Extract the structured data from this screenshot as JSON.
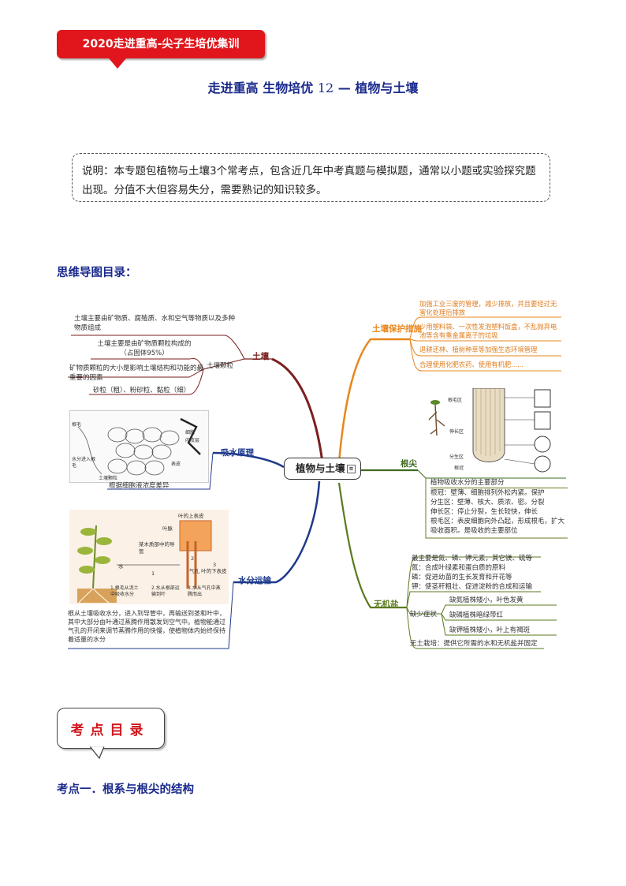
{
  "banner": "2020走进重高-尖子生培优集训",
  "title": {
    "prefix": "走进重高  生物培优",
    "number": "12",
    "suffix": "—  植物与土壤"
  },
  "note": "说明：本专题包植物与土壤3个常考点，包含近几年中考真题与模拟题，通常以小题或实验探究题出现。分值不大但容易失分，需要熟记的知识较多。",
  "mindmap_heading": "思维导图目录：",
  "mindmap": {
    "center": "植物与土壤",
    "soil": {
      "label": "土壤",
      "item1": "土壤主要由矿物质、腐殖质、水和空气等物质以及多种物质组成",
      "particles_label": "土壤颗粒",
      "p1": "土壤主要是由矿物质颗粒构成的（占固体95%）",
      "p2": "矿物质颗粒的大小是影响土壤结构和功能的最重要的因素",
      "p3": "砂粒（粗）、粉砂粒、黏粒（细）"
    },
    "absorb": {
      "label": "吸水原理",
      "caption": "根据细胞液浓度差异",
      "img_labels": [
        "根毛",
        "细胞",
        "表皮",
        "水分进入根毛",
        "土壤颗粒",
        "内皮层"
      ]
    },
    "water": {
      "label": "水分运输",
      "desc": "根从土壤吸收水分，进入到导管中，再输送到茎和叶中，其中大部分由叶通过蒸腾作用散发到空气中。植物能通过气孔的开闭来调节蒸腾作用的快慢，使植物体内始终保持着适量的水分",
      "img_labels": {
        "top": "叶的上表皮",
        "vein": "叶脉",
        "stem": "某木质部中的导管",
        "water": "水",
        "bottom": "气孔 叶的下表皮",
        "s1": "1.根毛从泥土中吸收水分",
        "s2": "2.水从根部运输到叶",
        "s3": "3.水从气孔中蒸腾而出",
        "n1": "1",
        "n2": "2",
        "n3": "3"
      }
    },
    "protect": {
      "label": "土壤保护措施",
      "items": [
        "加强工业三废的管理，减少排放，并且要经过无害化处理后排放",
        "少用塑料袋、一次性发泡塑料饭盒，不乱抛弃电池等含有重金属离子的垃圾",
        "退耕还林、植树种草等加强生态环境管理",
        "合理使用化肥农药、使用有机肥......"
      ]
    },
    "root": {
      "label": "根尖",
      "img_labels": [
        "根毛区",
        "伸长区",
        "分生区",
        "根冠"
      ],
      "desc": [
        "植物吸收水分的主要部分",
        "根冠：壁薄、细胞排列外松内紧。保护",
        "分生区：壁薄、核大、质浓、密。分裂",
        "伸长区：停止分裂，生长较快，伸长",
        "根毛区：表皮细胞向外凸起，形成根毛，扩大吸收面积。是吸收的主要部位"
      ]
    },
    "salt": {
      "label": "无机盐",
      "main": [
        "最主要是氮、磷、钾元素，其它镁、硫等",
        "氮：合成叶绿素和蛋白质的原料",
        "磷：促进幼苗的生长发育和开花等",
        "钾：使茎秆粗壮、促进淀粉的合成和运输"
      ],
      "lack_label": "缺少症状",
      "lack": [
        "缺氮植株矮小，叶色发黄",
        "缺磷植株暗绿带红",
        "缺钾植株矮小，叶上有褐斑"
      ],
      "soilless": "无土栽培：提供它所需的水和无机盐并固定"
    },
    "colors": {
      "brown": "#7a1f1f",
      "blue": "#1e3a8c",
      "orange": "#e8871e",
      "green": "#3e6b1e",
      "olive": "#6b7a1e"
    }
  },
  "kaodian": "考点目录",
  "point1": "考点一．根系与根尖的结构"
}
